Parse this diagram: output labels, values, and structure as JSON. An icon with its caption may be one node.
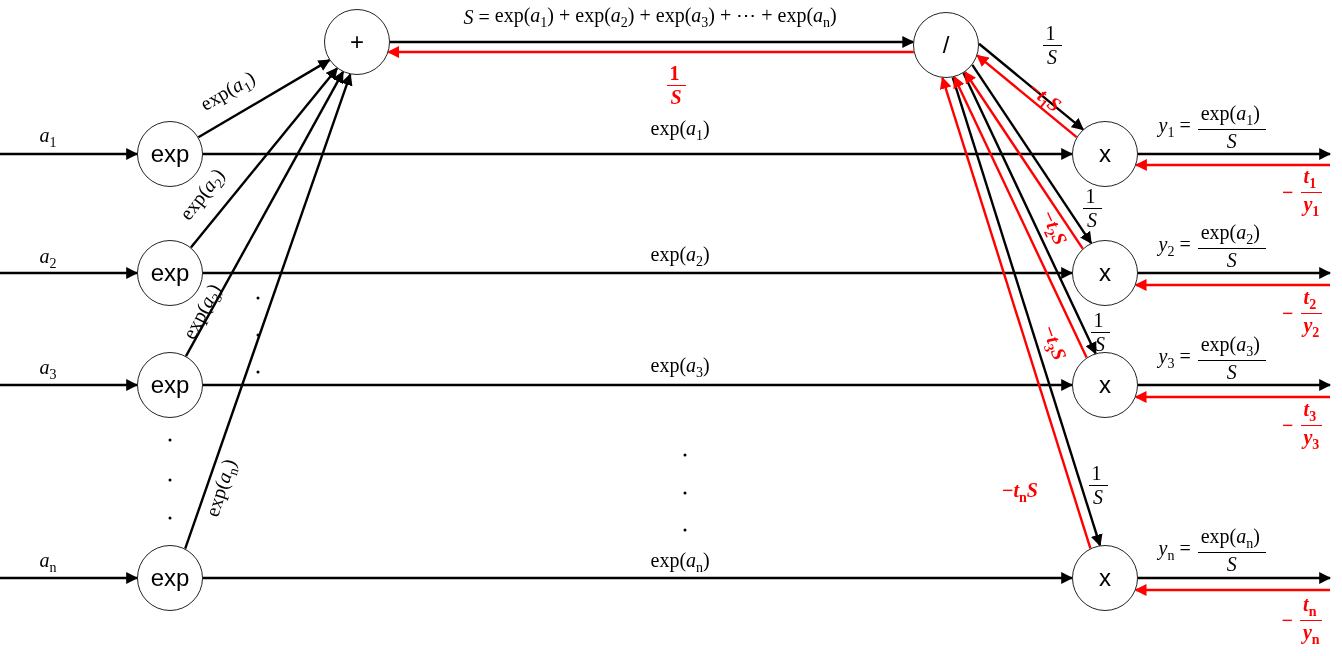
{
  "diagram": {
    "nodes": [
      {
        "text": [
          "exp"
        ]
      },
      {
        "text": [
          "exp"
        ]
      },
      {
        "text": [
          "exp"
        ]
      },
      {
        "text": [
          "exp"
        ]
      },
      {
        "text": [
          "+"
        ]
      },
      {
        "text": [
          "/"
        ]
      },
      {
        "text": [
          "x"
        ]
      },
      {
        "text": [
          "x"
        ]
      },
      {
        "text": [
          "x"
        ]
      },
      {
        "text": [
          "x"
        ]
      }
    ],
    "edges": [
      {
        "from": null,
        "to": 0,
        "arrow": "to",
        "label": "*a*$_{1}$"
      },
      {
        "from": null,
        "to": 1,
        "arrow": "to",
        "label": "*a*$_{2}$"
      },
      {
        "from": null,
        "to": 2,
        "arrow": "to",
        "label": "*a*$_{3}$"
      },
      {
        "from": null,
        "to": 3,
        "arrow": "to",
        "label": "*a*$_{n}$"
      },
      {
        "from": 0,
        "to": 4,
        "arrow": "to",
        "label": "exp(*a*$_{1}$)"
      },
      {
        "from": 1,
        "to": 4,
        "arrow": "to",
        "label": "exp(*a*$_{2}$)"
      },
      {
        "from": 2,
        "to": 4,
        "arrow": "to",
        "label": "exp(*a*$_{3}$)"
      },
      {
        "from": 3,
        "to": 4,
        "arrow": "to",
        "label": "exp(*a*$_{n}$)"
      },
      {
        "from": 4,
        "to": 5,
        "arrow": "to",
        "label": "*S* = exp(*a*$_{1}$) + exp(*a*$_{2}$) + exp(*a*$_{3}$) + ⋯ + exp(*a*$_{n}$)"
      },
      {
        "from": 5,
        "to": 4,
        "arrow": "to",
        "label": "1 *S*",
        "color": "#ff0000"
      },
      {
        "from": 0,
        "to": 6,
        "arrow": "to",
        "label": "exp(*a*$_{1}$)"
      },
      {
        "from": 1,
        "to": 7,
        "arrow": "to",
        "label": "exp(*a*$_{2}$)"
      },
      {
        "from": 2,
        "to": 8,
        "arrow": "to",
        "label": "exp(*a*$_{3}$)"
      },
      {
        "from": 3,
        "to": 9,
        "arrow": "to",
        "label": "exp(*a*$_{n}$)"
      },
      {
        "from": 5,
        "to": 6,
        "arrow": "to",
        "label": "1 *S*"
      },
      {
        "from": 5,
        "to": 7,
        "arrow": "to",
        "label": "1 *S*"
      },
      {
        "from": 5,
        "to": 8,
        "arrow": "to",
        "label": "1 *S*"
      },
      {
        "from": 5,
        "to": 9,
        "arrow": "to",
        "label": "1 *S*"
      },
      {
        "from": 6,
        "to": 5,
        "arrow": "to",
        "label": "−*t*$_{1}$*S*",
        "color": "#ff0000"
      },
      {
        "from": 7,
        "to": 5,
        "arrow": "to",
        "label": "−*t*$_{2}$*S*",
        "color": "#ff0000"
      },
      {
        "from": 8,
        "to": 5,
        "arrow": "to",
        "label": "−*t*$_{3}$*S*",
        "color": "#ff0000"
      },
      {
        "from": 9,
        "to": 5,
        "arrow": "to",
        "label": "−*t*$_{n}$*S*",
        "color": "#ff0000"
      },
      {
        "from": 6,
        "to": null,
        "arrow": "to",
        "label": "*y*$_{1}$ = exp(*a*$_{1}$) *S*"
      },
      {
        "from": 7,
        "to": null,
        "arrow": "to",
        "label": "*y*$_{2}$ = exp(*a*$_{2}$) *S*"
      },
      {
        "from": 8,
        "to": null,
        "arrow": "to",
        "label": "*y*$_{3}$ = exp(*a*$_{3}$) *S*"
      },
      {
        "from": 9,
        "to": null,
        "arrow": "to",
        "label": "*y*$_{n}$ = exp(*a*$_{n}$) *S*"
      },
      {
        "from": null,
        "to": 6,
        "arrow": "to",
        "label": "− *t*$_{1}$ *y*$_{1}$",
        "color": "#ff0000"
      },
      {
        "from": null,
        "to": 7,
        "arrow": "to",
        "label": "− *t*$_{2}$ *y*$_{2}$",
        "color": "#ff0000"
      },
      {
        "from": null,
        "to": 8,
        "arrow": "to",
        "label": "− *t*$_{3}$ *y*$_{3}$",
        "color": "#ff0000"
      },
      {
        "from": null,
        "to": 9,
        "arrow": "to",
        "label": "− *t*$_{n}$ *y*$_{n}$",
        "color": "#ff0000"
      }
    ]
  }
}
